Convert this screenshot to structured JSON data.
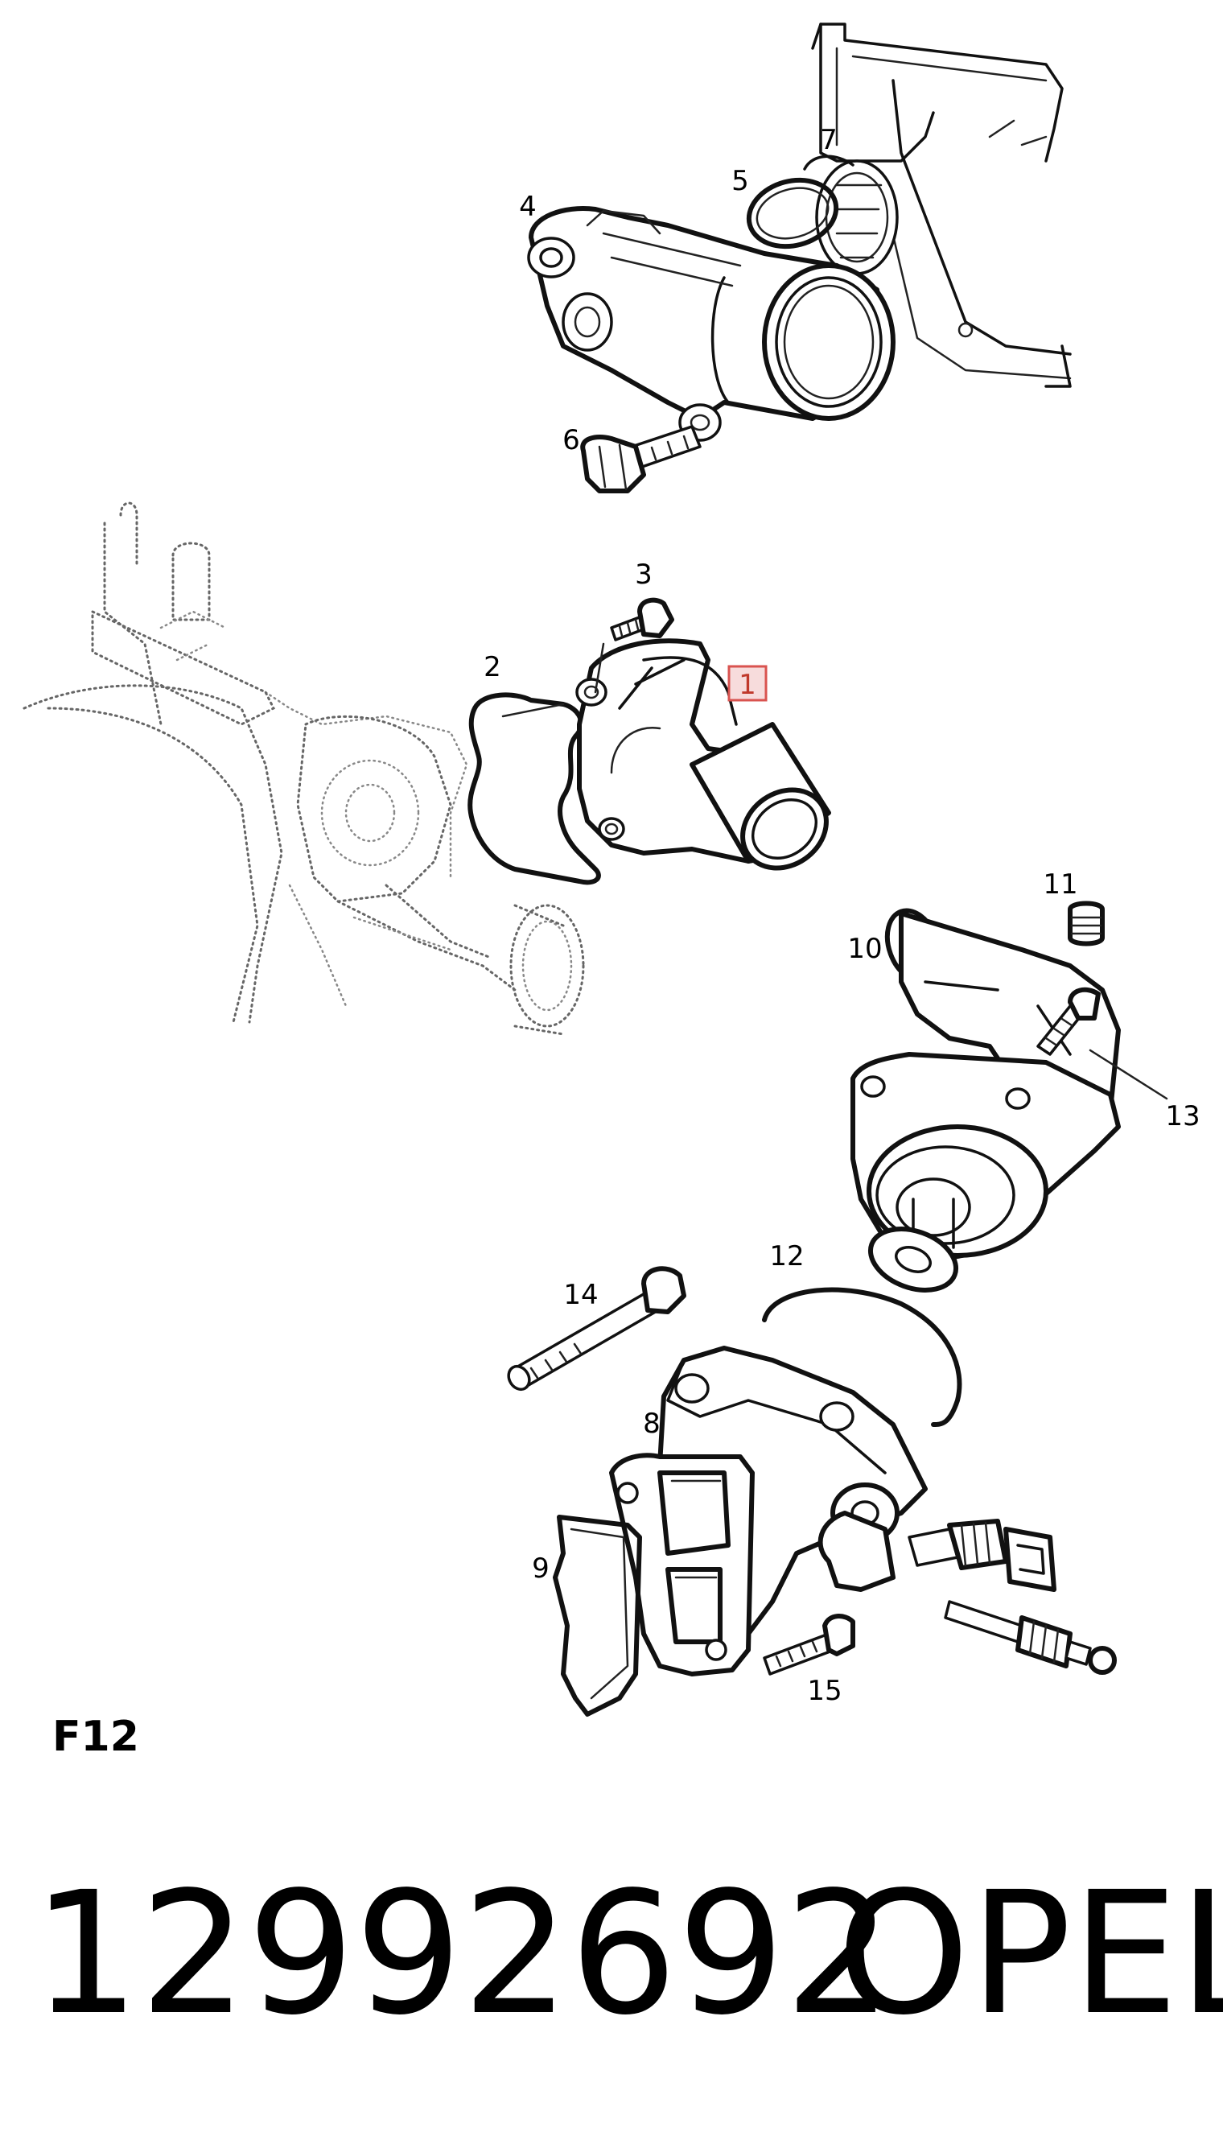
{
  "diagram": {
    "callouts": [
      {
        "id": "c1",
        "text": "1",
        "highlighted": true
      },
      {
        "id": "c2",
        "text": "2"
      },
      {
        "id": "c3",
        "text": "3"
      },
      {
        "id": "c4",
        "text": "4"
      },
      {
        "id": "c5",
        "text": "5"
      },
      {
        "id": "c6",
        "text": "6"
      },
      {
        "id": "c7",
        "text": "7"
      },
      {
        "id": "c8",
        "text": "8"
      },
      {
        "id": "c9",
        "text": "9"
      },
      {
        "id": "c10",
        "text": "10"
      },
      {
        "id": "c11",
        "text": "11"
      },
      {
        "id": "c12",
        "text": "12"
      },
      {
        "id": "c13",
        "text": "13"
      },
      {
        "id": "c14",
        "text": "14"
      },
      {
        "id": "c15",
        "text": "15"
      }
    ],
    "section_code": "F12",
    "highlight_color": "#d9534f"
  },
  "caption": {
    "part_number": "12992692",
    "brand": "OPEL"
  }
}
